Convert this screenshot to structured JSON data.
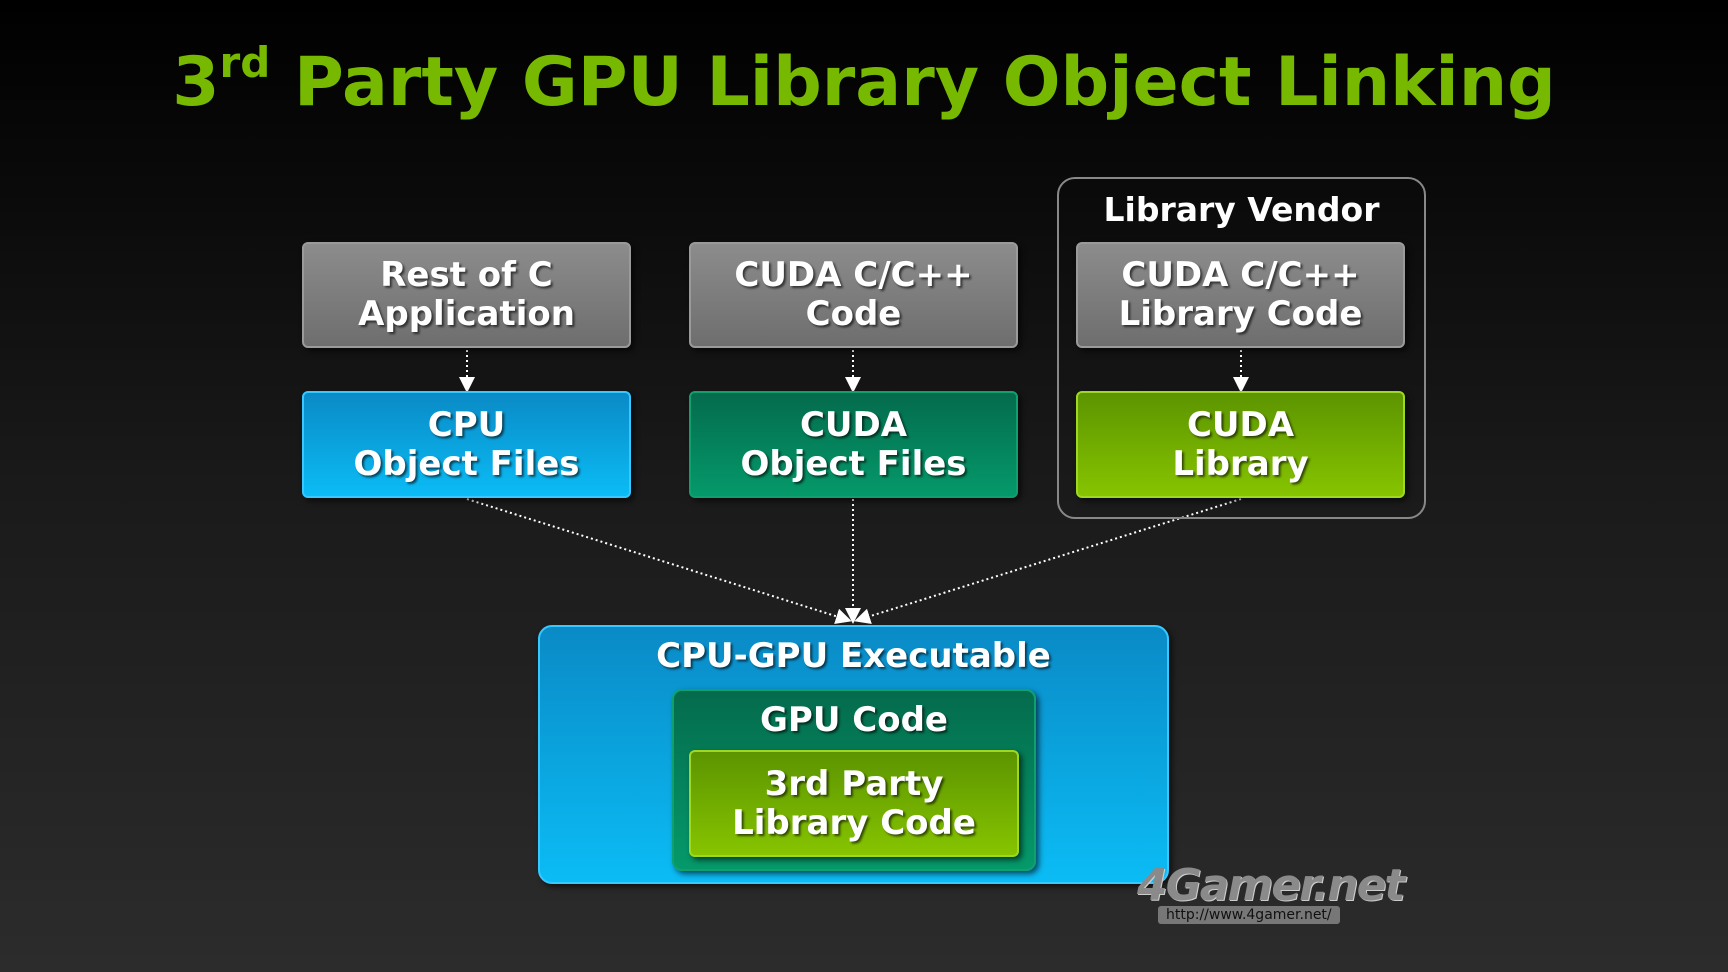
{
  "title": {
    "main_prefix": "3",
    "sup": "rd",
    "main_rest": " Party GPU Library Object Linking"
  },
  "vendor_label": "Library Vendor",
  "boxes": {
    "rest_c": [
      "Rest of C",
      "Application"
    ],
    "cuda_code": [
      "CUDA C/C++",
      "Code"
    ],
    "lib_code": [
      "CUDA C/C++",
      "Library Code"
    ],
    "cpu_obj": [
      "CPU",
      "Object Files"
    ],
    "cuda_obj": [
      "CUDA",
      "Object Files"
    ],
    "cuda_lib": [
      "CUDA",
      "Library"
    ],
    "exe": "CPU-GPU Executable",
    "gpu_code": "GPU Code",
    "third_party": [
      "3rd Party",
      "Library Code"
    ]
  },
  "watermark": {
    "logo": "4Gamer.net",
    "url": "http://www.4gamer.net/"
  }
}
